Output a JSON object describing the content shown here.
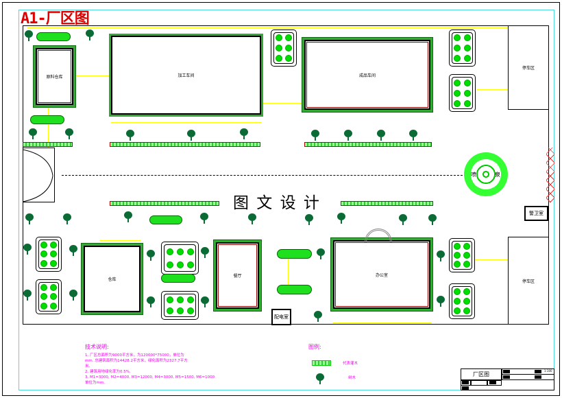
{
  "title": "A1-厂区图",
  "watermark": "图 文 设 计",
  "buildings": {
    "raw_warehouse": "原料仓库",
    "processing_workshop": "加工车间",
    "finished_workshop": "成品车间",
    "parking_top": "停车区",
    "parking_bottom": "停车区",
    "warehouse": "仓库",
    "canteen": "餐厅",
    "office": "办公室",
    "power_room": "配电室",
    "guard_room": "警卫室",
    "fountain": [
      "喷",
      "泉"
    ]
  },
  "notes": {
    "heading": "技术说明:",
    "lines": [
      "1. 厂区总面积为9000平方米，为120000*75000，单位为",
      "mm. 总建筑面积为14428.2平方米，绿化面积为2327.7平方",
      "米.",
      "2. 建筑用地绿化率为0.5%.",
      "3. M1=3000, M2=4000, M3=12000, M4=3000, M5=1500, M6=1000",
      "单位为mm."
    ]
  },
  "legend": {
    "heading": "图例:",
    "items": [
      {
        "icon": "hedge-icon",
        "label": "代表灌木"
      },
      {
        "icon": "tree-icon",
        "label": "树木"
      }
    ]
  },
  "title_block": {
    "name": "厂区图",
    "scale": "1:100"
  },
  "colors": {
    "title": "#e00000",
    "dimension": "#ffff00",
    "hedge": "#33cc33",
    "tree": "#0a6b35",
    "notes": "#ee00ee",
    "frame": "#4dd9e0"
  }
}
